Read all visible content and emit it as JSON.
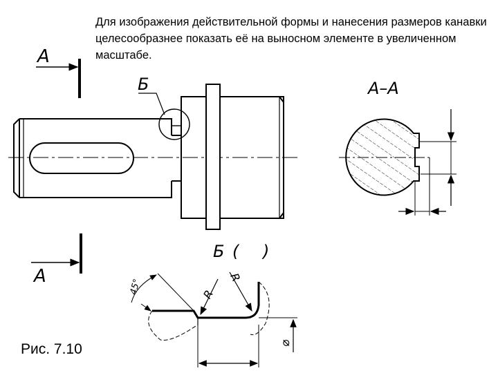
{
  "caption": "Для изображения действительной формы и нанесения размеров канавки целесообразнее показать её на выносном элементе в увеличенном масштабе.",
  "figure_label": "Рис. 7.10",
  "labels": {
    "section_top": "А",
    "section_bottom": "А",
    "detail_marker": "Б",
    "section_title": "А–А",
    "detail_title": "Б",
    "detail_scale_open": "(",
    "detail_scale_close": ")",
    "chamfer_angle": "45°",
    "radius_left": "R",
    "radius_right": "R",
    "diameter_symbol": "⌀"
  }
}
